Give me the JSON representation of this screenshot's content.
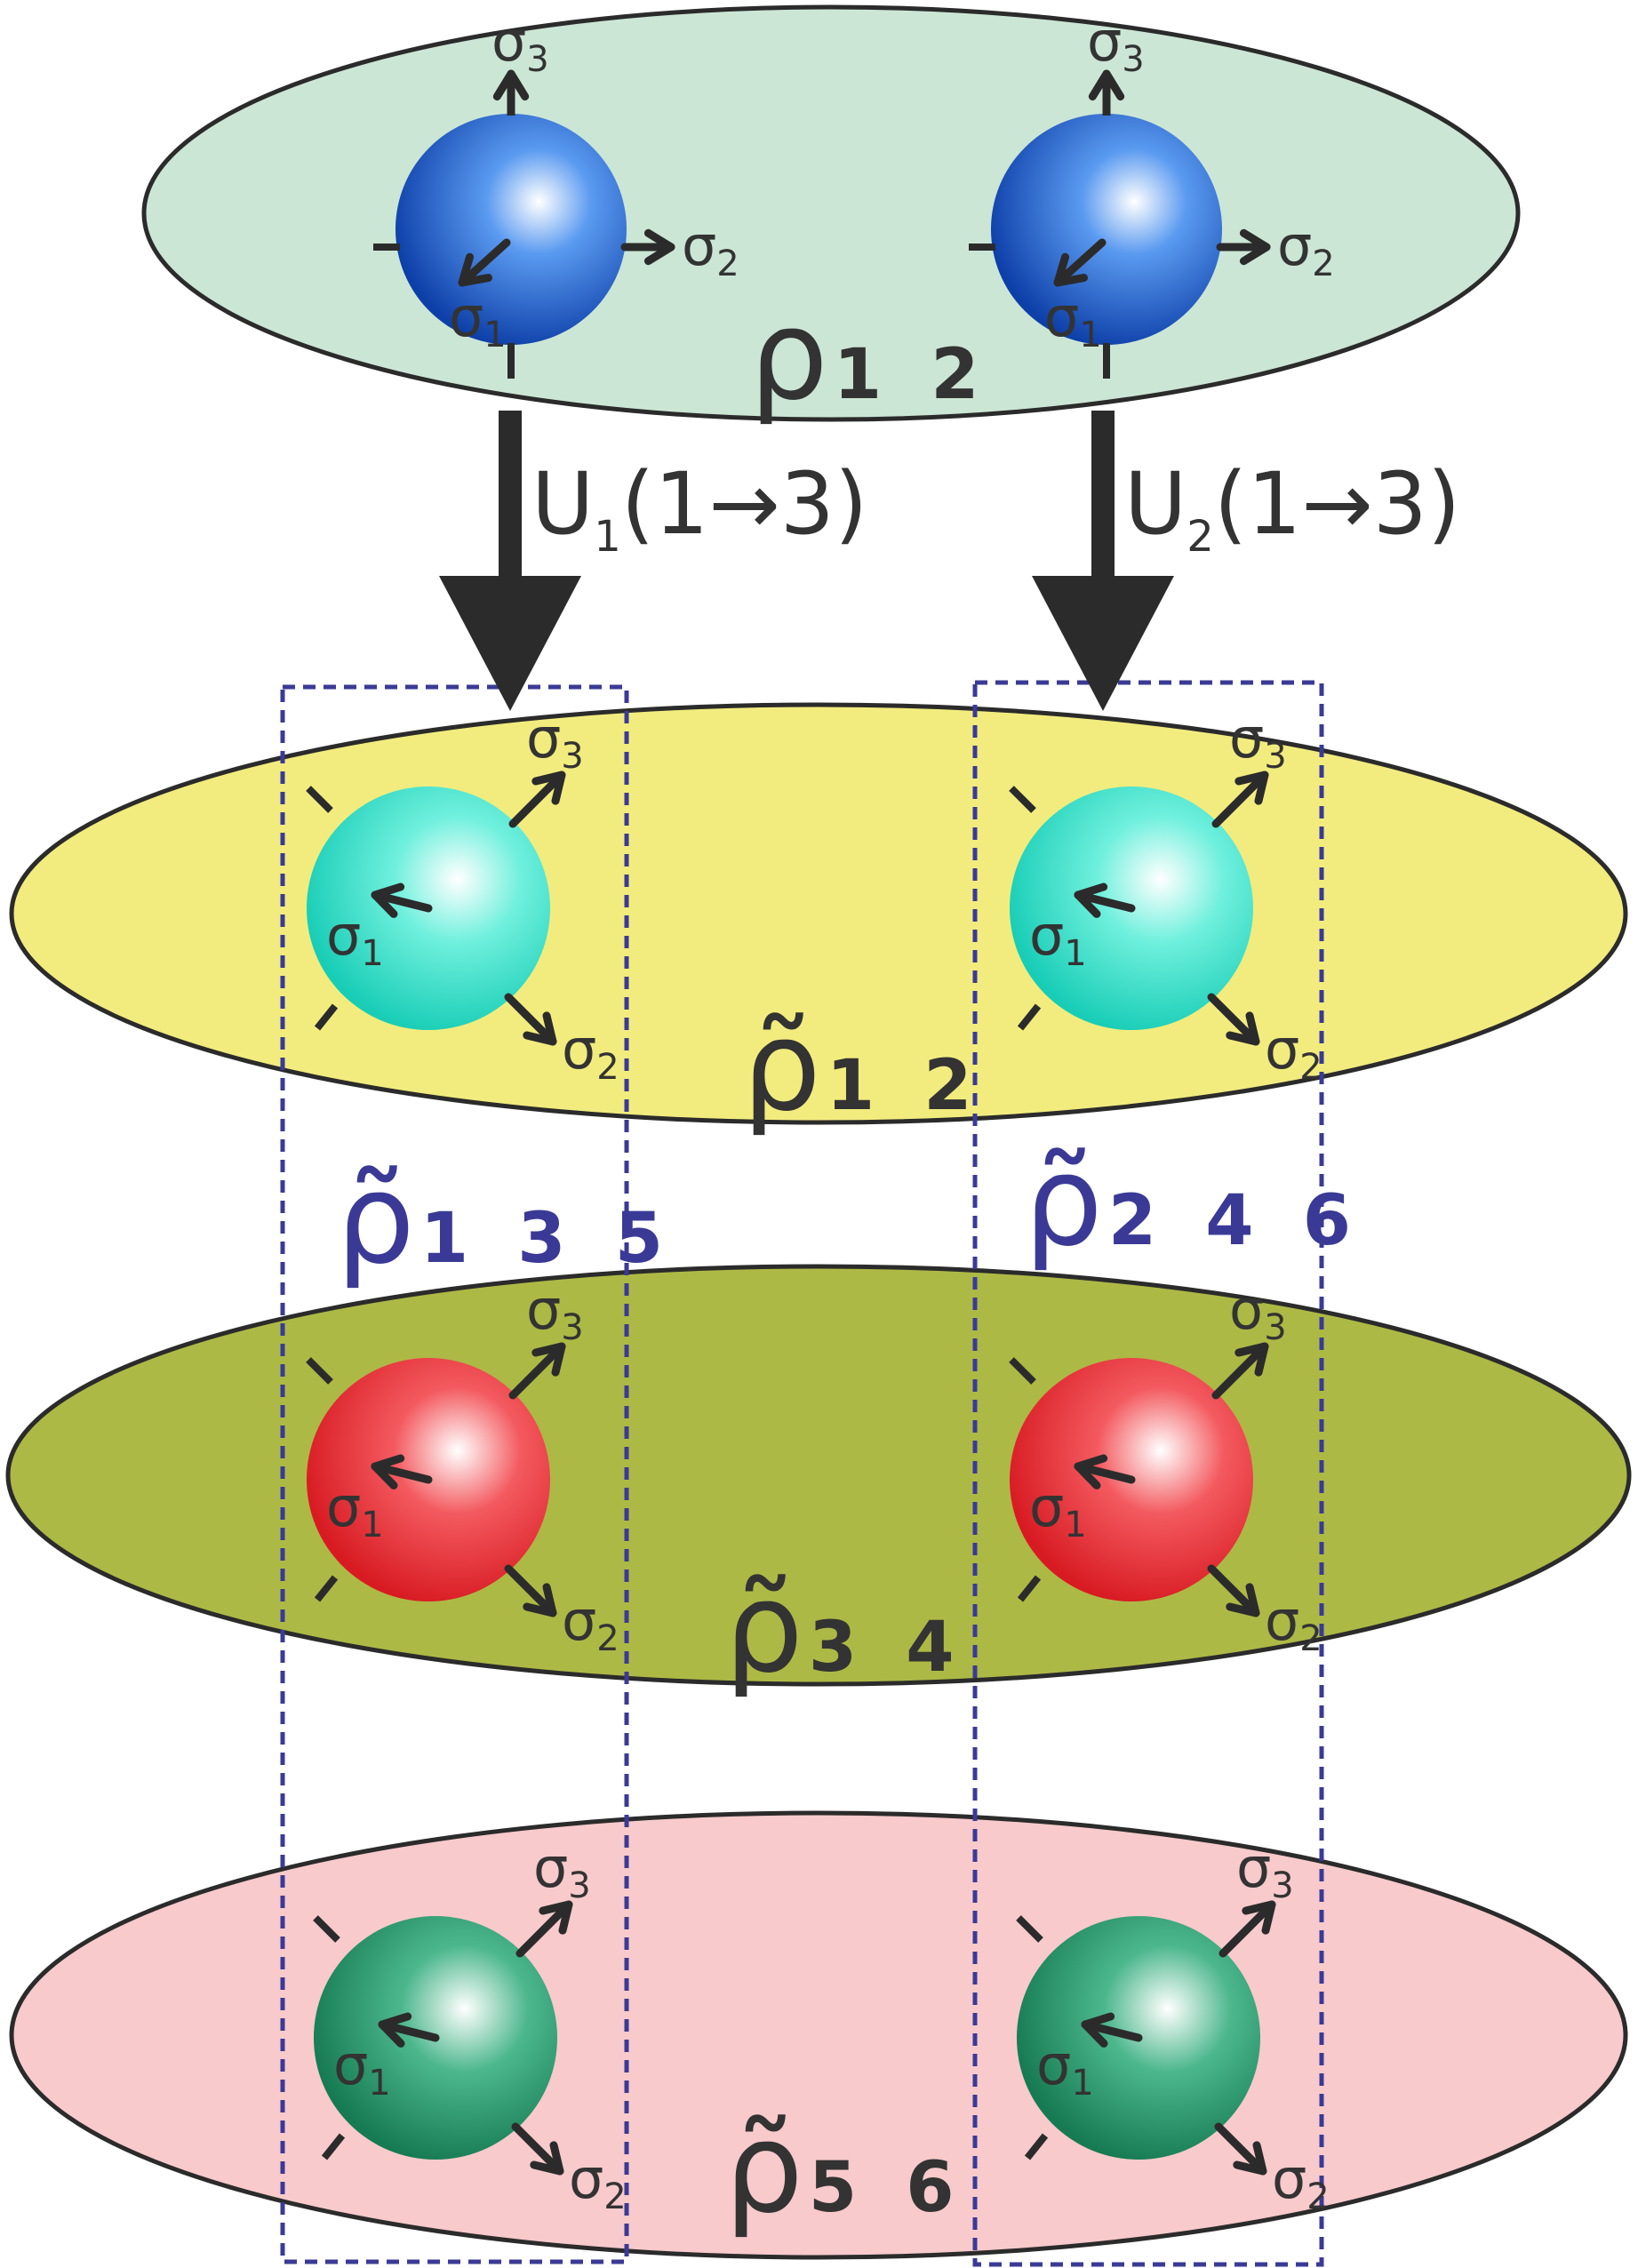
{
  "colors": {
    "ellipse_top": "#cce6d6",
    "ellipse_2": "#f2ec7e",
    "ellipse_3": "#adb945",
    "ellipse_4": "#f8cacb",
    "sphere_blue": "#1a5fcf",
    "sphere_cyan": "#2de0c8",
    "sphere_red": "#e8202a",
    "sphere_green": "#1f9a6a",
    "box_dash": "#3a3a96",
    "ink": "#333333"
  },
  "axis": {
    "sigma": "σ",
    "i1": "1",
    "i2": "2",
    "i3": "3"
  },
  "states": {
    "rho12": {
      "base": "ρ",
      "sub": "1 2"
    },
    "rt12": {
      "base": "ρ̃",
      "sub": "1 2"
    },
    "rt34": {
      "base": "ρ̃",
      "sub": "3 4"
    },
    "rt56": {
      "base": "ρ̃",
      "sub": "5 6"
    },
    "rt135": {
      "base": "ρ̃",
      "sub": "1 3 5"
    },
    "rt246": {
      "base": "ρ̃",
      "sub": "2 4 6"
    }
  },
  "operators": {
    "u1": {
      "letter": "U",
      "index": "1",
      "map": "(1→3)"
    },
    "u2": {
      "letter": "U",
      "index": "2",
      "map": "(1→3)"
    }
  }
}
